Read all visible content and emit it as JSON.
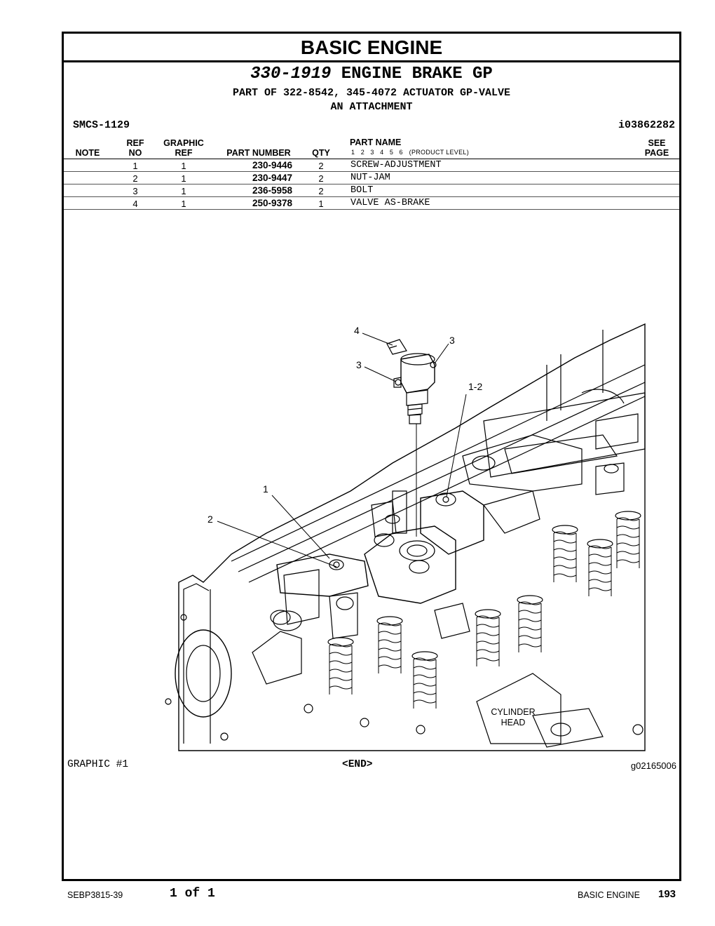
{
  "header": {
    "section_title": "BASIC ENGINE",
    "group_number": "330-1919",
    "group_name": "ENGINE BRAKE GP",
    "part_of": "PART OF 322-8542, 345-4072 ACTUATOR GP-VALVE",
    "attachment": "AN ATTACHMENT",
    "smcs": "SMCS-1129",
    "info_id": "i03862282"
  },
  "table": {
    "columns": {
      "note": "NOTE",
      "ref_top": "REF",
      "ref_bottom": "NO",
      "graphic_top": "GRAPHIC",
      "graphic_bottom": "REF",
      "part_number": "PART NUMBER",
      "qty": "QTY",
      "part_name": "PART NAME",
      "product_level_digits": "1   2   3   4   5   6",
      "product_level": "(PRODUCT LEVEL)",
      "see_top": "SEE",
      "see_bottom": "PAGE"
    },
    "rows": [
      {
        "ref": "1",
        "graphic": "1",
        "part_number": "230-9446",
        "qty": "2",
        "name": "SCREW-ADJUSTMENT"
      },
      {
        "ref": "2",
        "graphic": "1",
        "part_number": "230-9447",
        "qty": "2",
        "name": "NUT-JAM"
      },
      {
        "ref": "3",
        "graphic": "1",
        "part_number": "236-5958",
        "qty": "2",
        "name": "BOLT"
      },
      {
        "ref": "4",
        "graphic": "1",
        "part_number": "250-9378",
        "qty": "1",
        "name": "VALVE AS-BRAKE"
      }
    ]
  },
  "illustration": {
    "callouts": [
      "4",
      "3",
      "3",
      "1-2",
      "1",
      "2"
    ],
    "cylinder_head_line1": "CYLINDER",
    "cylinder_head_line2": "HEAD",
    "graphic_label": "GRAPHIC #1",
    "end_marker": "<END>",
    "graphic_id": "g02165006"
  },
  "footer": {
    "doc_number": "SEBP3815-39",
    "page_of": "1 of 1",
    "section": "BASIC ENGINE",
    "page_number": "193"
  }
}
